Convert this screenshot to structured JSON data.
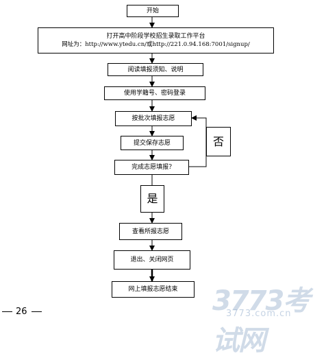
{
  "flowchart": {
    "start": "开始",
    "open_platform_line1": "打开高中阶段学校招生录取工作平台",
    "open_platform_line2": "网址为：http://www.ytedu.cn/或http://221.0.94.168:7001/signup/",
    "read_notice": "阅读填报须知、说明",
    "login": "使用学籍号、密码登录",
    "fill_by_batch": "按批次填报志愿",
    "submit_save": "提交保存志愿",
    "done_question": "完成志愿填报?",
    "no_label": "否",
    "yes_label": "是",
    "view_submitted": "查看所报志愿",
    "exit_close": "退出、关闭网页",
    "end": "网上填报志愿结束"
  },
  "page_number": "26",
  "watermark": {
    "brand": "3773考试网",
    "url": "3773.com.cn"
  }
}
